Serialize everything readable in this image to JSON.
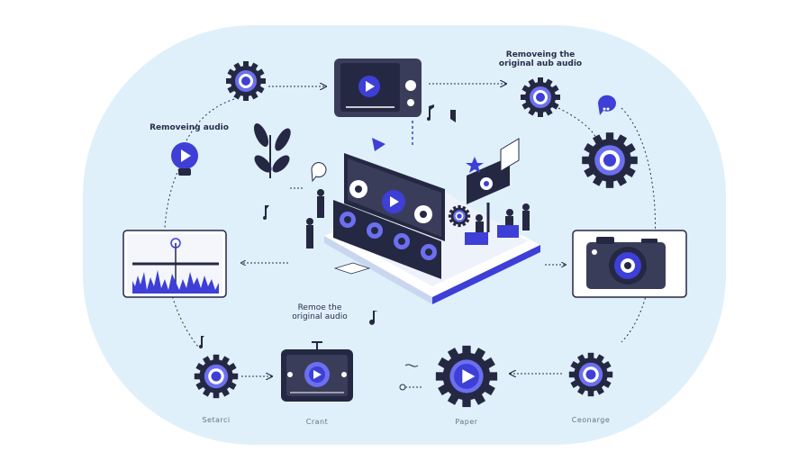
{
  "labels": {
    "removing_audio_left": "Removeing audio",
    "removing_audio_top_right": "Removeing the\noriginal aub audio",
    "remove_center": "Remoe the\noriginal audio",
    "bottom_left_caption": "Setarci",
    "bottom_center_left_caption": "Crant",
    "bottom_center_right_caption": "Paper",
    "bottom_right_caption": "Ceonarge"
  },
  "icons": [
    "gear-icon",
    "video-player-icon",
    "play-icon",
    "lightbulb-icon",
    "audio-waveform-icon",
    "camera-icon",
    "film-editor-icon",
    "music-note-icon",
    "speech-bubble-icon",
    "star-icon",
    "leaf-icon",
    "person-icon"
  ],
  "colors": {
    "background_panel": "#dff0fb",
    "dark_navy": "#252842",
    "accent_blue": "#3d3fd6",
    "light_blue": "#6b6ff0",
    "line": "#2a2d4a"
  }
}
